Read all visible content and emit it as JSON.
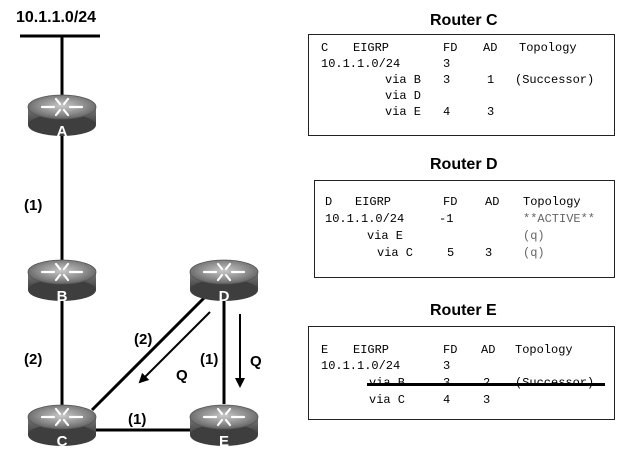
{
  "network": {
    "prefix_label": "10.1.1.0/24"
  },
  "routers": [
    {
      "id": "A",
      "label": "A"
    },
    {
      "id": "B",
      "label": "B"
    },
    {
      "id": "C",
      "label": "C"
    },
    {
      "id": "D",
      "label": "D"
    },
    {
      "id": "E",
      "label": "E"
    }
  ],
  "links": {
    "a_b_cost": "(1)",
    "b_c_cost": "(2)",
    "c_d_cost": "(2)",
    "d_e_cost": "(1)",
    "c_e_cost": "(1)"
  },
  "queries": {
    "d_to_c": "Q",
    "d_to_e": "Q"
  },
  "tables": {
    "router_c": {
      "title": "Router C",
      "header": {
        "router": "C",
        "protocol": "EIGRP",
        "fd": "FD",
        "ad": "AD",
        "topology": "Topology"
      },
      "prefix": "10.1.1.0/24",
      "prefix_fd": "3",
      "rows": [
        {
          "via": "via B",
          "fd": "3",
          "ad": "1",
          "status": "(Successor)"
        },
        {
          "via": "via D",
          "fd": "",
          "ad": "",
          "status": ""
        },
        {
          "via": "via E",
          "fd": "4",
          "ad": "3",
          "status": ""
        }
      ]
    },
    "router_d": {
      "title": "Router D",
      "header": {
        "router": "D",
        "protocol": "EIGRP",
        "fd": "FD",
        "ad": "AD",
        "topology": "Topology"
      },
      "prefix": "10.1.1.0/24",
      "prefix_fd": "-1",
      "prefix_status": "**ACTIVE**",
      "rows": [
        {
          "via": "via E",
          "fd": "",
          "ad": "",
          "status": "(q)"
        },
        {
          "via": "via C",
          "fd": "5",
          "ad": "3",
          "status": "(q)"
        }
      ]
    },
    "router_e": {
      "title": "Router E",
      "header": {
        "router": "E",
        "protocol": "EIGRP",
        "fd": "FD",
        "ad": "AD",
        "topology": "Topology"
      },
      "prefix": "10.1.1.0/24",
      "prefix_fd": "3",
      "rows": [
        {
          "via": "via B",
          "fd": "3",
          "ad": "2",
          "status": "(Successor)",
          "struck": true
        },
        {
          "via": "via C",
          "fd": "4",
          "ad": "3",
          "status": ""
        }
      ]
    }
  }
}
